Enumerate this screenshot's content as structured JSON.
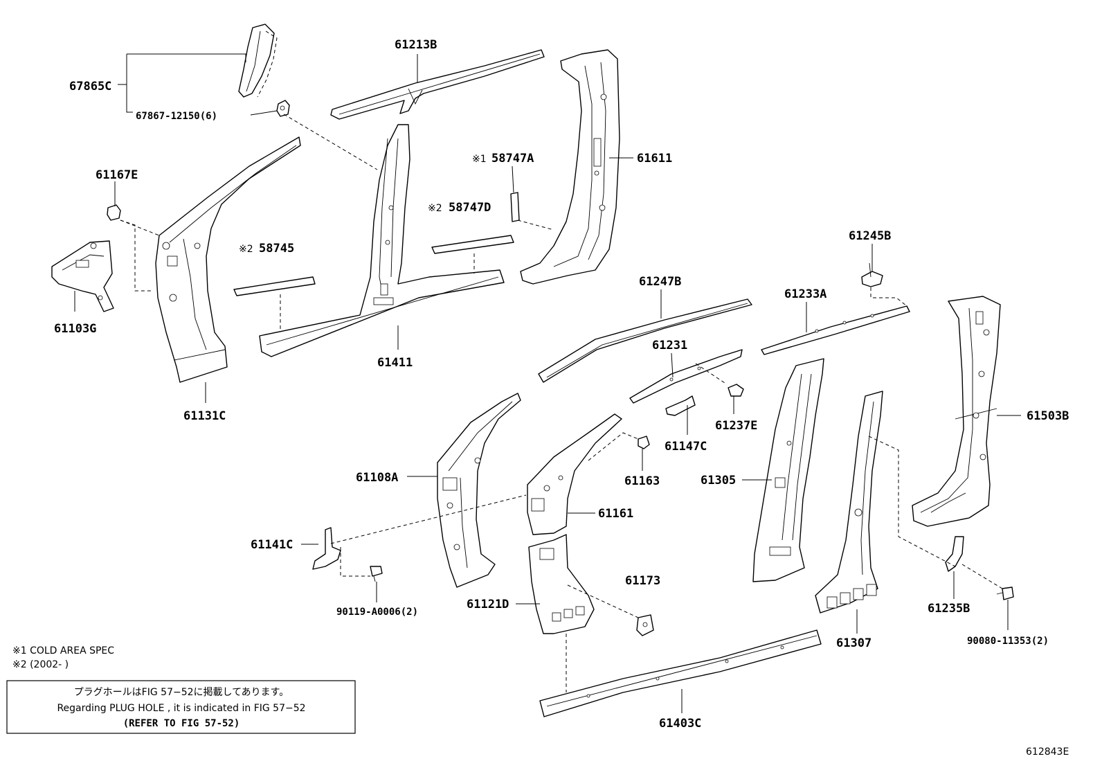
{
  "labels": {
    "l67865C": "67865C",
    "l67867": "67867-12150(6)",
    "l61213B": "61213B",
    "l61611": "61611",
    "l61167E": "61167E",
    "l58747A": "58747A",
    "l58747D": "58747D",
    "l58745": "58745",
    "l61103G": "61103G",
    "l61131C": "61131C",
    "l61411": "61411",
    "l61245B": "61245B",
    "l61247B": "61247B",
    "l61233A": "61233A",
    "l61231": "61231",
    "l61237E": "61237E",
    "l61147C": "61147C",
    "l61503B": "61503B",
    "l61108A": "61108A",
    "l61163": "61163",
    "l61161": "61161",
    "l61305": "61305",
    "l61141C": "61141C",
    "l61173": "61173",
    "l61121D": "61121D",
    "l90119": "90119-A0006(2)",
    "l61235B": "61235B",
    "l61307": "61307",
    "l90080": "90080-11353(2)",
    "l61403C": "61403C"
  },
  "marks": {
    "m1": "※1",
    "m2a": "※2",
    "m2b": "※2"
  },
  "notes": {
    "note1": "※1 COLD AREA SPEC",
    "note2": "※2 (2002-        )"
  },
  "infobox": {
    "line1": "プラグホールはFIG 57−52に掲載してあります。",
    "line2": "Regarding  PLUG  HOLE , it is indicated in FIG  57−52",
    "line3": "(REFER TO FIG 57-52)"
  },
  "diagram_ref": "612843E"
}
